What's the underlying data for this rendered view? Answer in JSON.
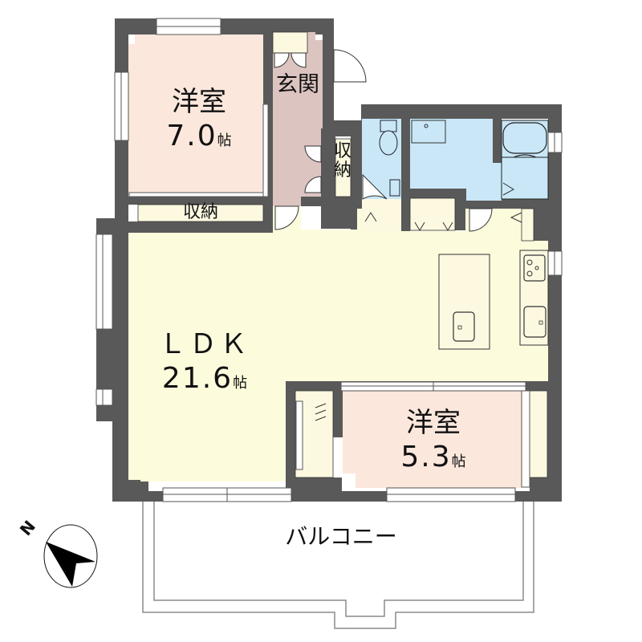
{
  "plan": {
    "colors": {
      "wall": "#595959",
      "ldk": "#fcfbdc",
      "western_room": "#fbe7dc",
      "entrance": "#dcc4c0",
      "wet_area": "#c9e7f7",
      "storage": "#fcf9e0",
      "balcony_line": "#808080"
    },
    "rooms": {
      "western_room_1": {
        "name": "洋室",
        "size": "7.0",
        "unit": "帖"
      },
      "entrance": {
        "name": "玄関"
      },
      "storage_1": {
        "name": "収納"
      },
      "storage_2": {
        "line1": "収",
        "line2": "納"
      },
      "ldk": {
        "name": "ＬＤＫ",
        "size": "21.6",
        "unit": "帖"
      },
      "western_room_2": {
        "name": "洋室",
        "size": "5.3",
        "unit": "帖"
      },
      "balcony": {
        "name": "バルコニー"
      }
    },
    "compass": {
      "label": "N"
    }
  }
}
